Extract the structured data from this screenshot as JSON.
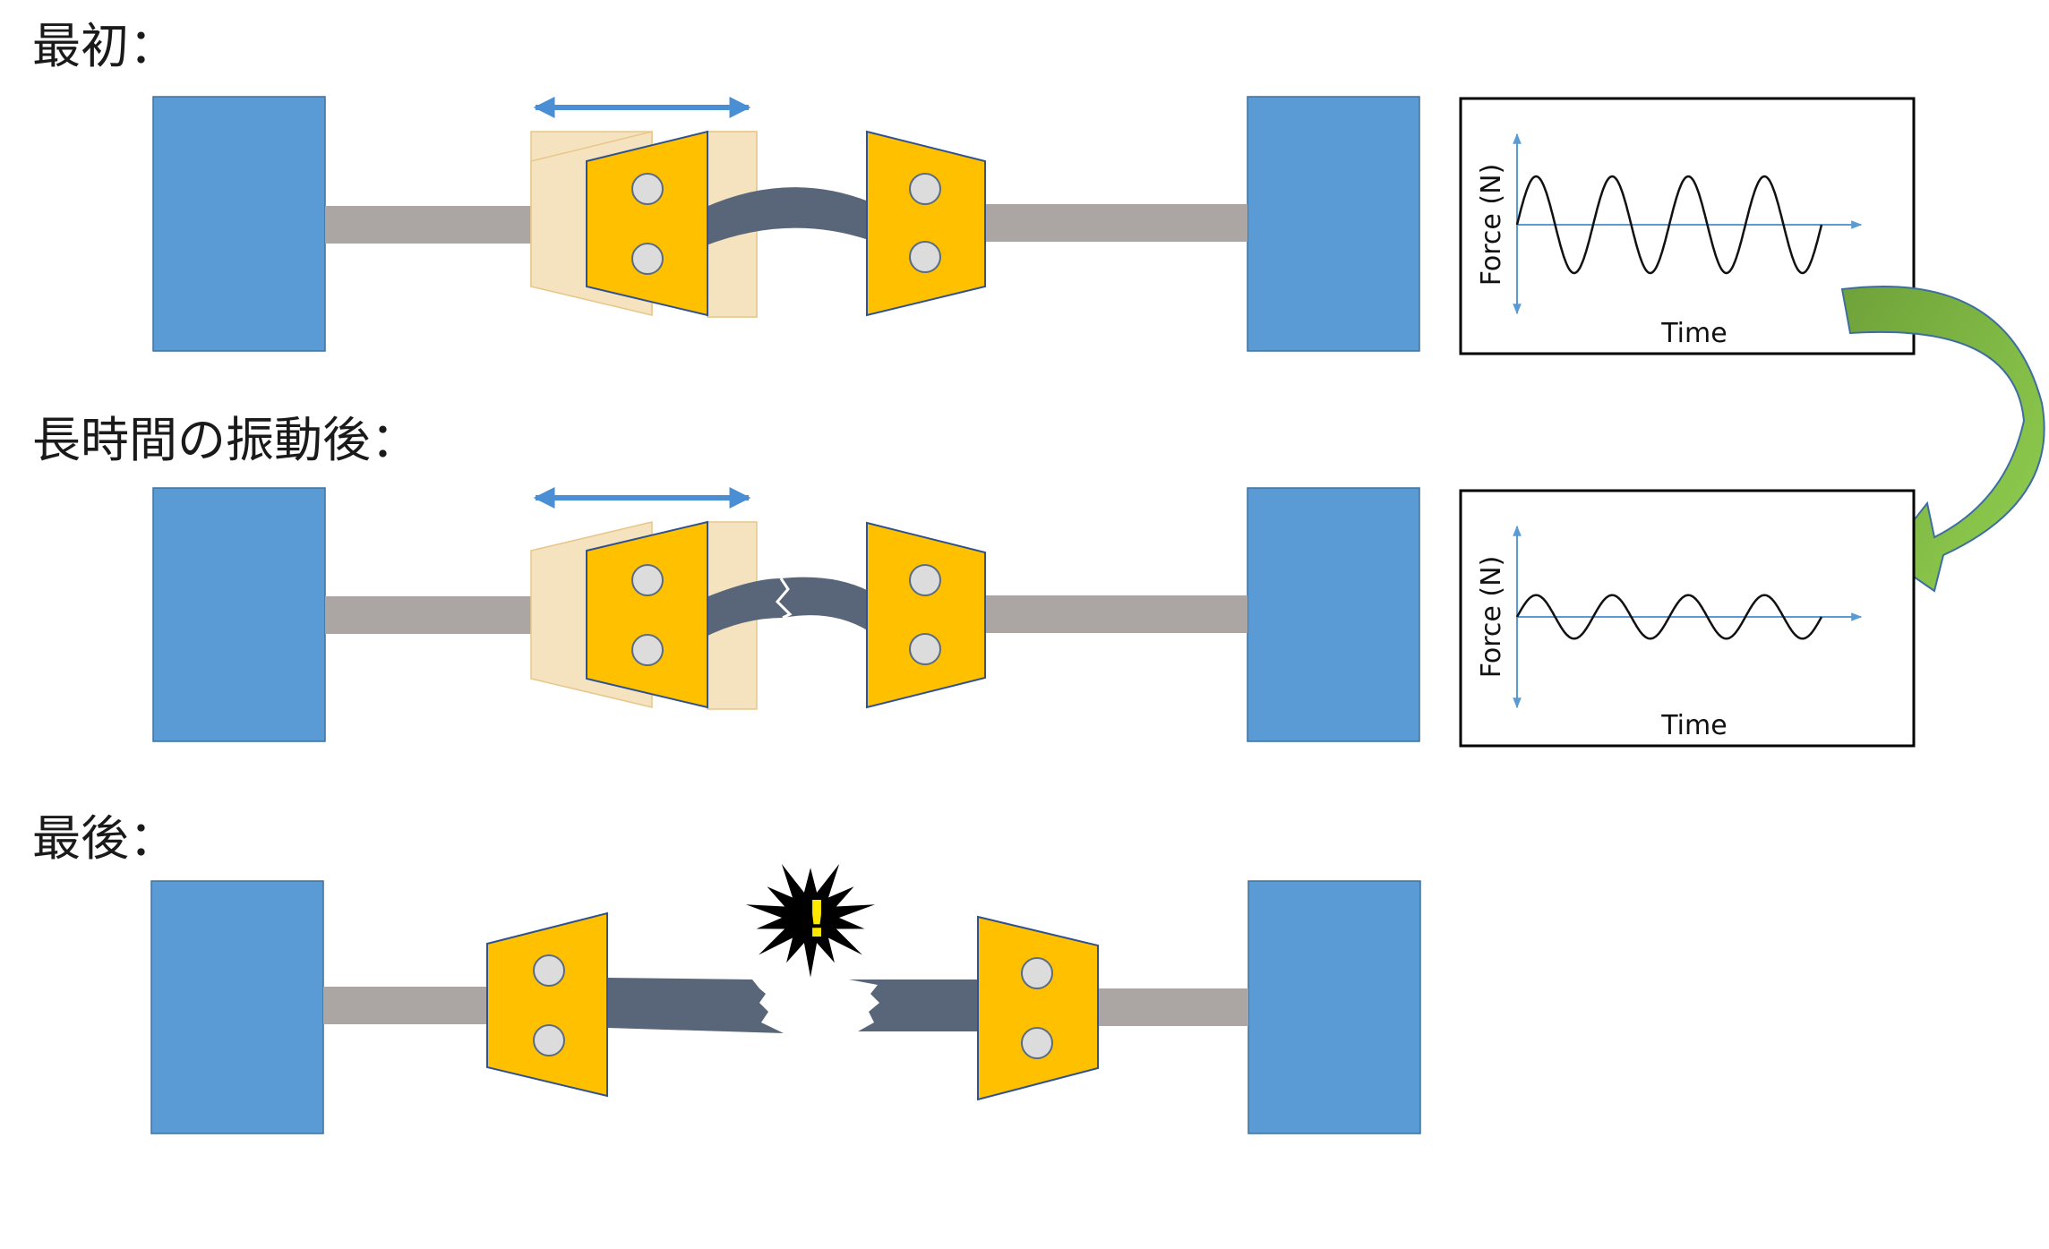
{
  "stages": [
    {
      "label": "最初："
    },
    {
      "label": "長時間の振動後："
    },
    {
      "label": "最後："
    }
  ],
  "graphs": [
    {
      "ylabel": "Force (N)",
      "xlabel": "Time",
      "cycles": 4,
      "amplitude_ratio": 1.0
    },
    {
      "ylabel": "Force (N)",
      "xlabel": "Time",
      "cycles": 4,
      "amplitude_ratio": 0.45
    }
  ],
  "warning": {
    "symbol": "!"
  },
  "colors": {
    "block": "#5B9BD5",
    "rod": "#ABA6A4",
    "flange": "#FFC000",
    "flange_ghost": "#F5E2BF",
    "cable": "#596679",
    "bolt": "#DCDCDC",
    "arrow_motion": "#4A8FD4",
    "curved_arrow_dark": "#6FA23A",
    "curved_arrow_light": "#92D050"
  }
}
